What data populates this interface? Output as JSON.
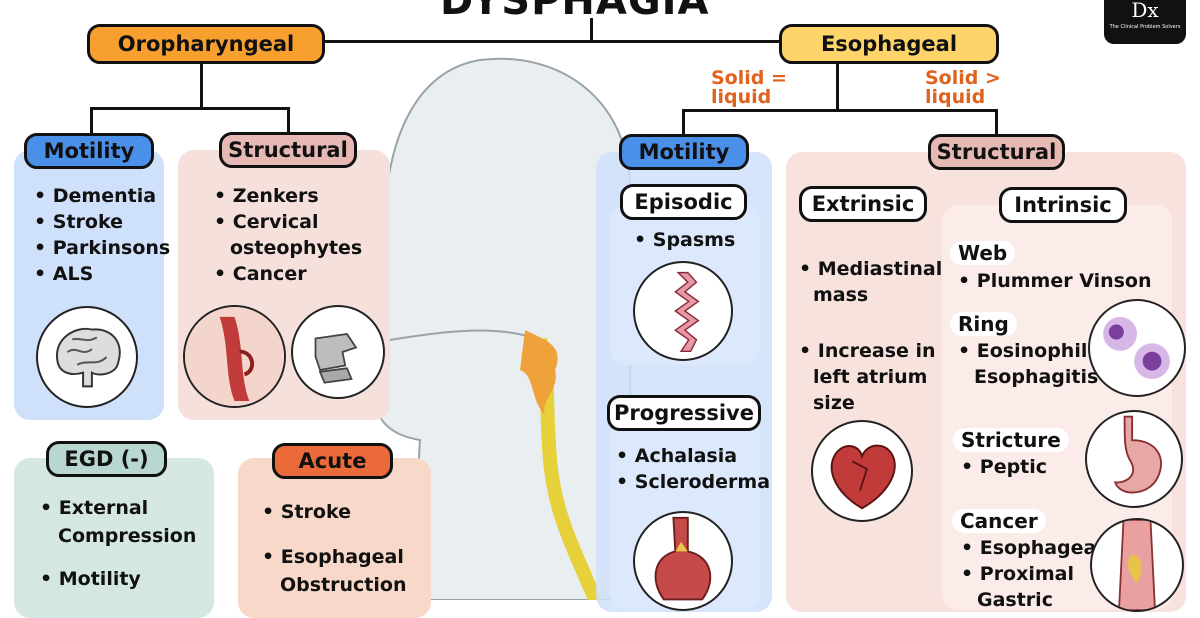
{
  "title": "DYSPHAGIA",
  "logo": {
    "letters": "Dx",
    "caption": "The Clinical Problem Solvers"
  },
  "colors": {
    "orange": "#f7a030",
    "yellow": "#fcd46a",
    "blue": "#4a8fe8",
    "pink": "#e6b9b4",
    "teal": "#b8d7d0",
    "acute": "#ea6a3a",
    "note": "#e0621c"
  },
  "oropharyngeal": {
    "label": "Oropharyngeal",
    "motility": {
      "label": "Motility",
      "items": [
        "Dementia",
        "Stroke",
        "Parkinsons",
        "ALS"
      ],
      "icon": "brain-icon"
    },
    "structural": {
      "label": "Structural",
      "items": [
        "Zenkers",
        "Cervical",
        "osteophytes",
        "Cancer"
      ],
      "icons": [
        "throat-anatomy-icon",
        "vertebra-icon"
      ]
    }
  },
  "egd": {
    "label": "EGD (-)",
    "items": [
      "External",
      "Compression",
      "Motility"
    ]
  },
  "acute": {
    "label": "Acute",
    "items": [
      "Stroke",
      "Esophageal",
      "Obstruction"
    ]
  },
  "esophageal": {
    "label": "Esophageal",
    "notes": {
      "left": [
        "Solid =",
        "liquid"
      ],
      "right": [
        "Solid >",
        "liquid"
      ]
    },
    "motility": {
      "label": "Motility",
      "episodic": {
        "label": "Episodic",
        "items": [
          "Spasms"
        ],
        "icon": "spasm-esophagus-icon"
      },
      "progressive": {
        "label": "Progressive",
        "items": [
          "Achalasia",
          "Scleroderma"
        ],
        "icon": "achalasia-icon"
      }
    },
    "structural": {
      "label": "Structural",
      "extrinsic": {
        "label": "Extrinsic",
        "items": [
          "Mediastinal",
          "mass",
          "Increase in",
          "left atrium",
          "size"
        ],
        "icon": "heart-icon"
      },
      "intrinsic": {
        "label": "Intrinsic",
        "web": {
          "label": "Web",
          "items": [
            "Plummer Vinson"
          ]
        },
        "ring": {
          "label": "Ring",
          "items": [
            "Eosinophilic",
            "Esophagitis"
          ],
          "icon": "eosinophil-icon"
        },
        "stricture": {
          "label": "Stricture",
          "items": [
            "Peptic"
          ],
          "icon": "stomach-icon"
        },
        "cancer": {
          "label": "Cancer",
          "items": [
            "Esophageal",
            "Proximal",
            "Gastric"
          ],
          "icon": "tumor-icon"
        }
      }
    }
  }
}
